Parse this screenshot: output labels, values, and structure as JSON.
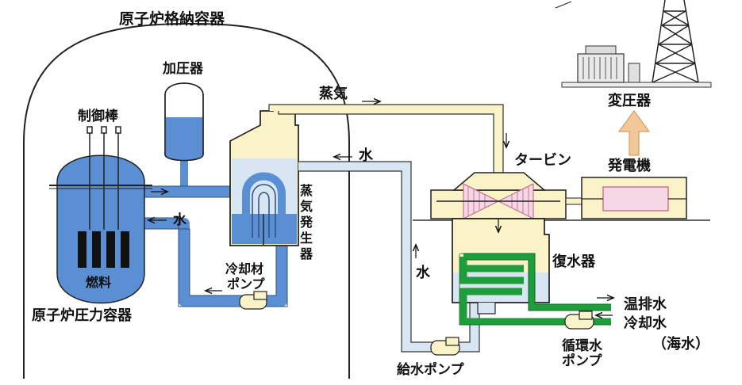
{
  "labels": {
    "containment_vessel": "原子炉格納容器",
    "pressurizer": "加圧器",
    "control_rods": "制御棒",
    "fuel": "燃料",
    "reactor_pressure_vessel": "原子炉圧力容器",
    "water_primary": "水",
    "coolant_pump_line1": "冷却材",
    "coolant_pump_line2": "ポンプ",
    "steam_generator_chars": [
      "蒸",
      "気",
      "発",
      "生",
      "器"
    ],
    "steam": "蒸気",
    "water_secondary": "水",
    "turbine": "タービン",
    "generator": "発電機",
    "transformer": "変圧器",
    "condenser": "復水器",
    "water_return": "水",
    "feedwater_pump": "給水ポンプ",
    "warm_discharge": "温排水",
    "cooling_water": "冷却水",
    "seawater": "（海水）",
    "circulating_pump_line1": "循環水",
    "circulating_pump_line2": "ポンプ"
  },
  "colors": {
    "primary_loop": "#5b8fd4",
    "secondary_loop": "#d8e6f3",
    "steam_line": "#fbf3c8",
    "cooling_loop": "#1d9e3a",
    "generator_body": "#f6d7e4",
    "equipment_base": "#fbf3c8",
    "arrow_up": "#f2c79a"
  },
  "icons": {
    "transmission_tower": "transmission-tower-icon",
    "transformer": "transformer-icon"
  }
}
